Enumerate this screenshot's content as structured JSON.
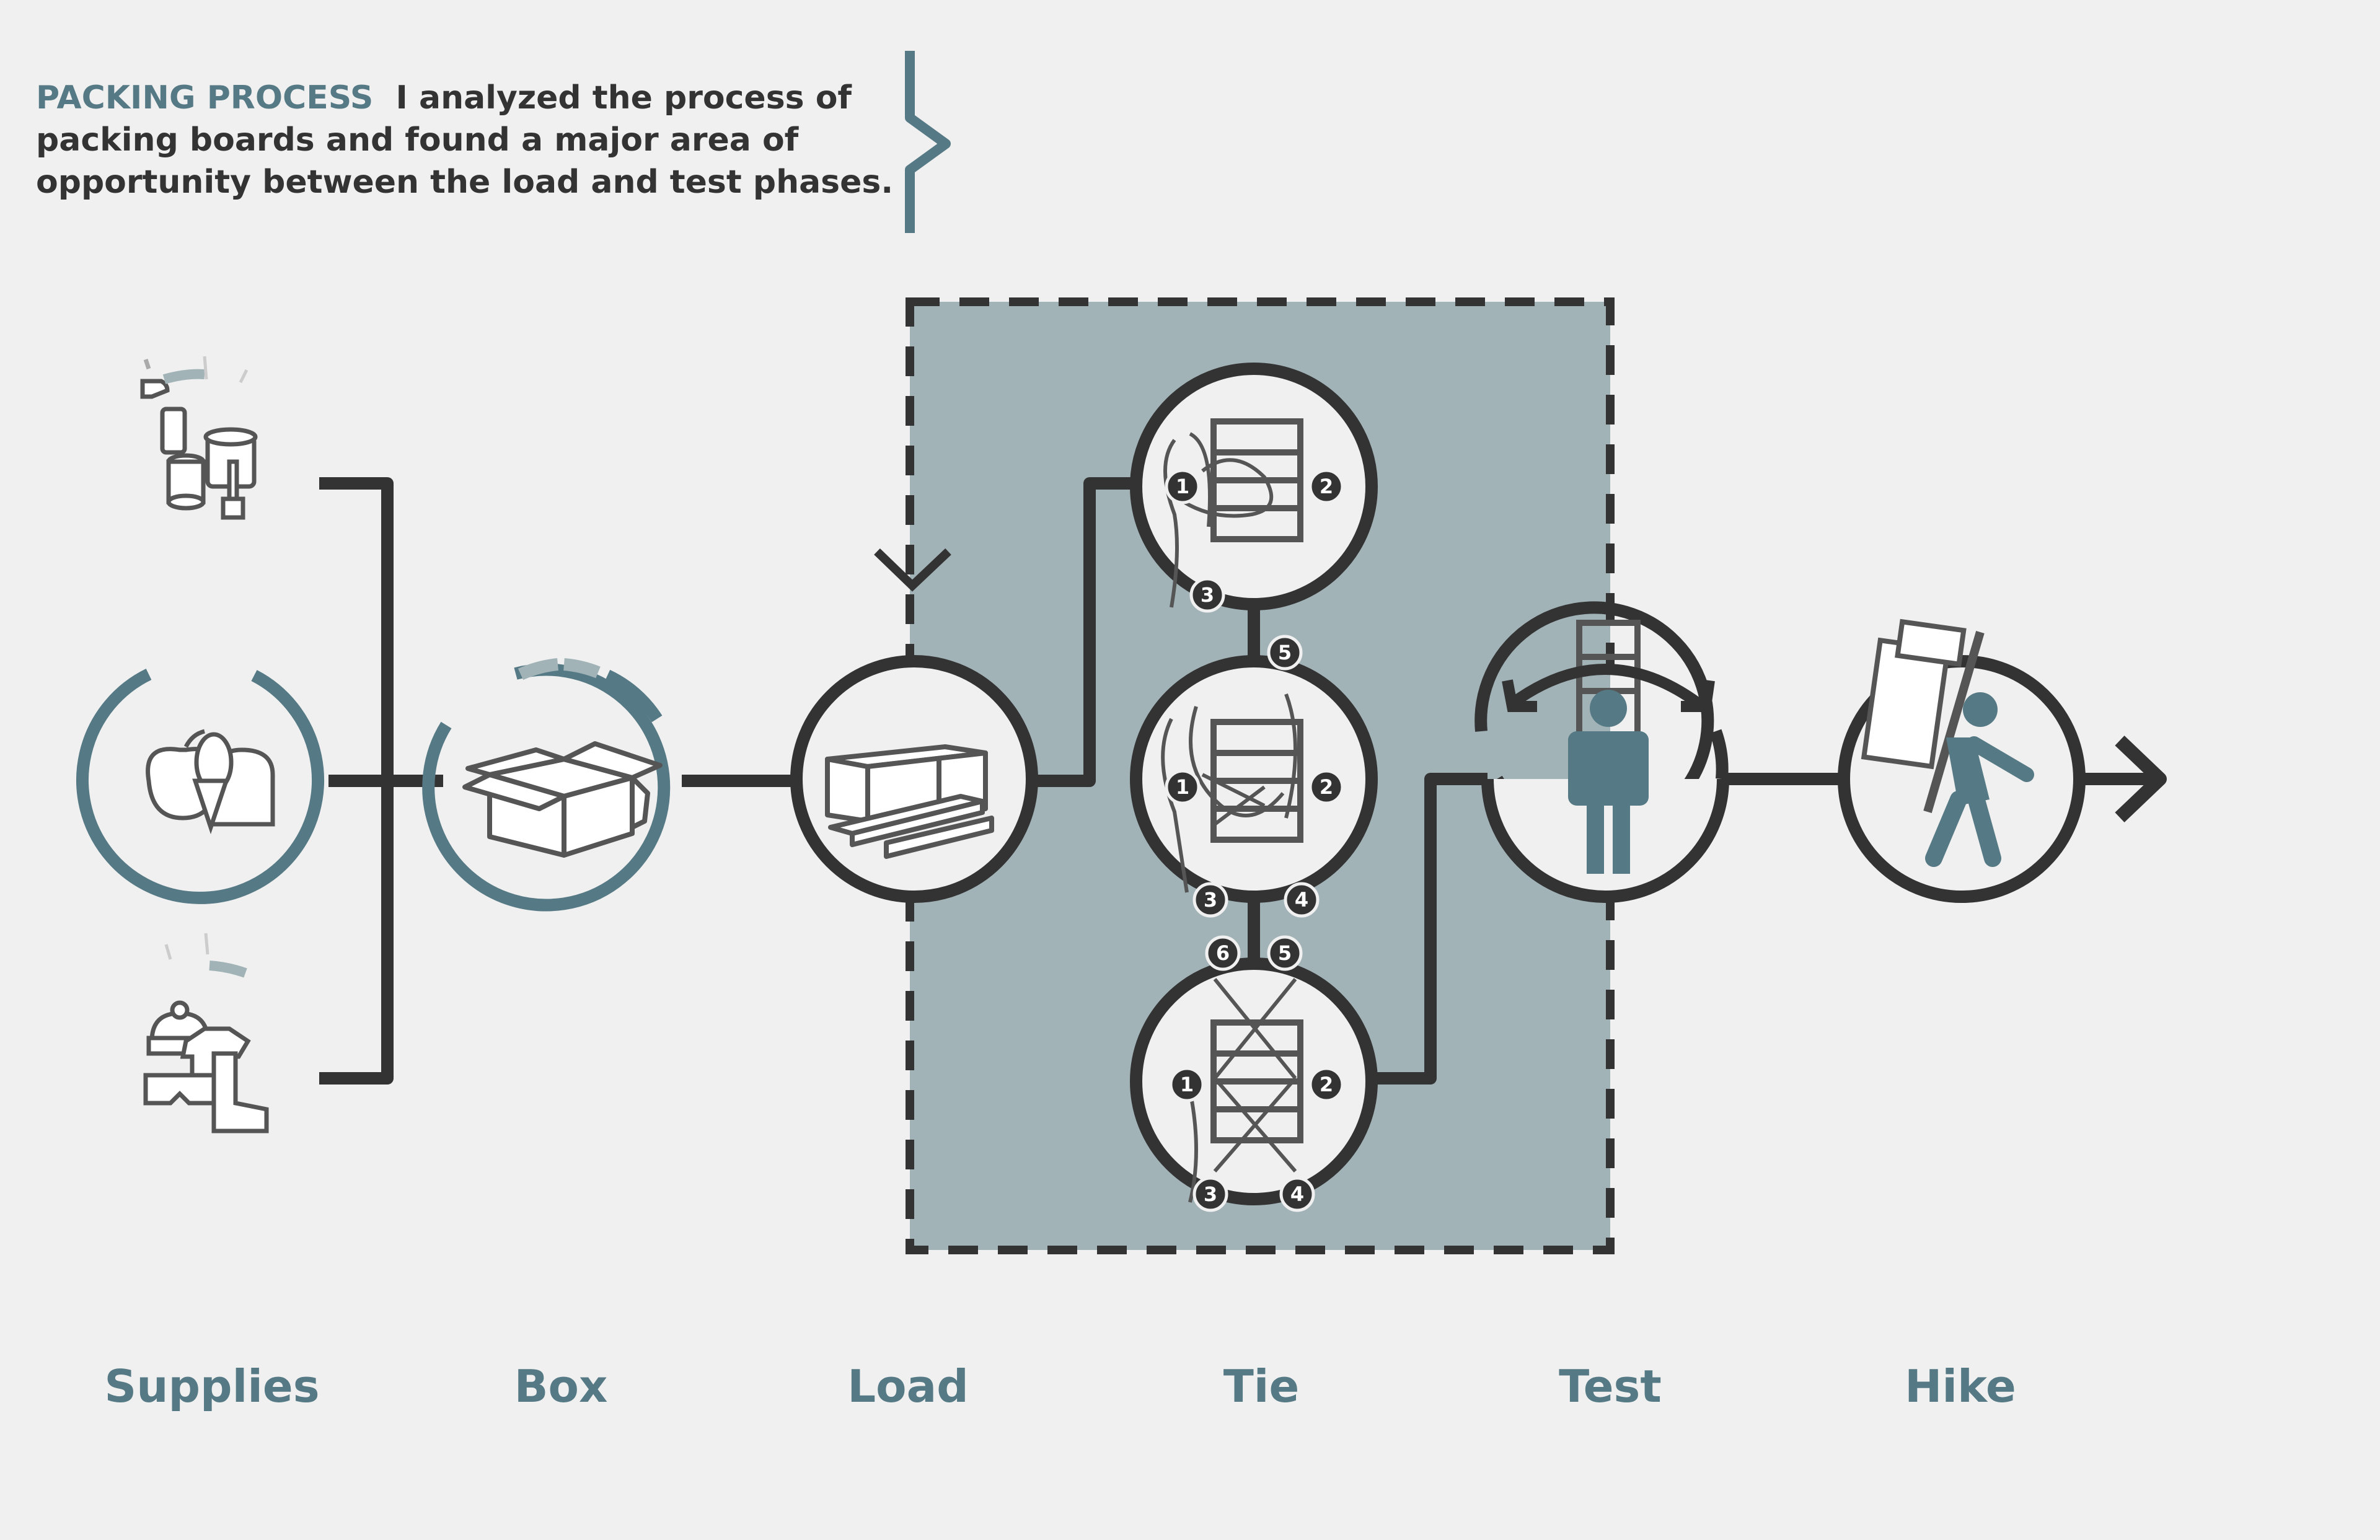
{
  "header": {
    "keyword": "PACKING PROCESS",
    "line1": "I analyzed the process of",
    "line2": "packing boards and found a major area of",
    "line3": "opportunity between the load and test phases."
  },
  "stages": [
    {
      "id": "supplies",
      "label": "Supplies"
    },
    {
      "id": "box",
      "label": "Box"
    },
    {
      "id": "load",
      "label": "Load"
    },
    {
      "id": "tie",
      "label": "Tie"
    },
    {
      "id": "test",
      "label": "Test"
    },
    {
      "id": "hike",
      "label": "Hike"
    }
  ],
  "tie_steps": [
    {
      "numbers": [
        "1",
        "2",
        "3"
      ]
    },
    {
      "numbers": [
        "5",
        "1",
        "2",
        "3",
        "4"
      ]
    },
    {
      "numbers": [
        "6",
        "5",
        "1",
        "2",
        "3",
        "4"
      ]
    }
  ],
  "colors": {
    "background": "#f0f0f0",
    "accent": "#567a85",
    "dark": "#333333",
    "highlight_zone": "#a2b3b8",
    "light_accent": "#a2b3b8"
  },
  "icons": [
    "cleaning-supplies-icon",
    "food-icon",
    "clothing-icon",
    "box-icon",
    "load-boards-icon",
    "packboard-tie-icon",
    "person-board-icon",
    "hiker-icon",
    "arrow-right-icon",
    "chevron-down-icon"
  ]
}
